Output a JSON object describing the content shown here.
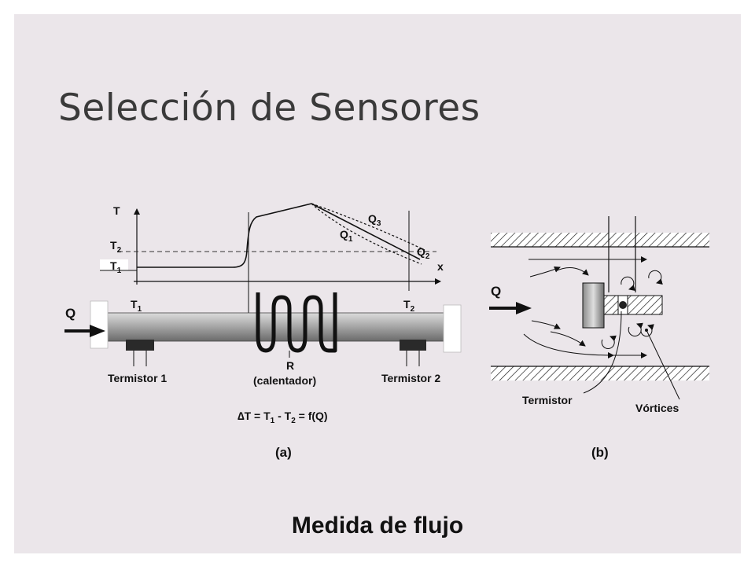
{
  "slide": {
    "title": "Selección de Sensores",
    "caption": "Medida de flujo"
  },
  "diagram_a": {
    "label": "(a)",
    "graph": {
      "y_axis": "T",
      "x_axis": "x",
      "t2": "T",
      "t2_sub": "2",
      "t1": "T",
      "t1_sub": "1",
      "q1": "Q",
      "q1_sub": "1",
      "q2": "Q",
      "q2_sub": "2",
      "q3": "Q",
      "q3_sub": "3"
    },
    "flow_label": "Q",
    "tube_t1": "T",
    "tube_t1_sub": "1",
    "tube_t2": "T",
    "tube_t2_sub": "2",
    "thermistor1": "Termistor 1",
    "thermistor2": "Termistor 2",
    "heater_r": "R",
    "heater_desc": "(calentador)",
    "formula": {
      "delta": "∆T = T",
      "sub1": "1",
      "minus": " - T",
      "sub2": "2",
      "rest": " = f(Q)"
    }
  },
  "diagram_b": {
    "label": "(b)",
    "flow_label": "Q",
    "thermistor": "Termistor",
    "vortices": "Vórtices"
  }
}
